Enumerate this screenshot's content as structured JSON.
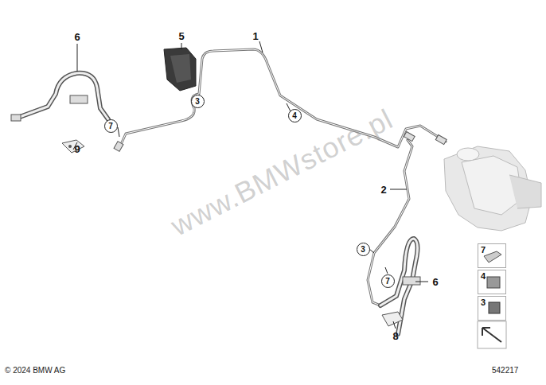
{
  "diagram": {
    "nodes": [
      {
        "text": [
          "3"
        ]
      },
      {
        "text": [
          "4"
        ]
      },
      {
        "text": [
          "7"
        ]
      },
      {
        "text": [
          "3"
        ]
      },
      {
        "text": [
          "7"
        ]
      },
      {
        "text": [
          "7"
        ]
      },
      {
        "text": [
          "4"
        ]
      },
      {
        "text": [
          "3"
        ]
      }
    ],
    "labels": [
      "1",
      "5",
      "6",
      "9",
      "2",
      "6",
      "8",
      "www.BMWstore.pl",
      "© 2024 BMW AG",
      "542217"
    ]
  }
}
